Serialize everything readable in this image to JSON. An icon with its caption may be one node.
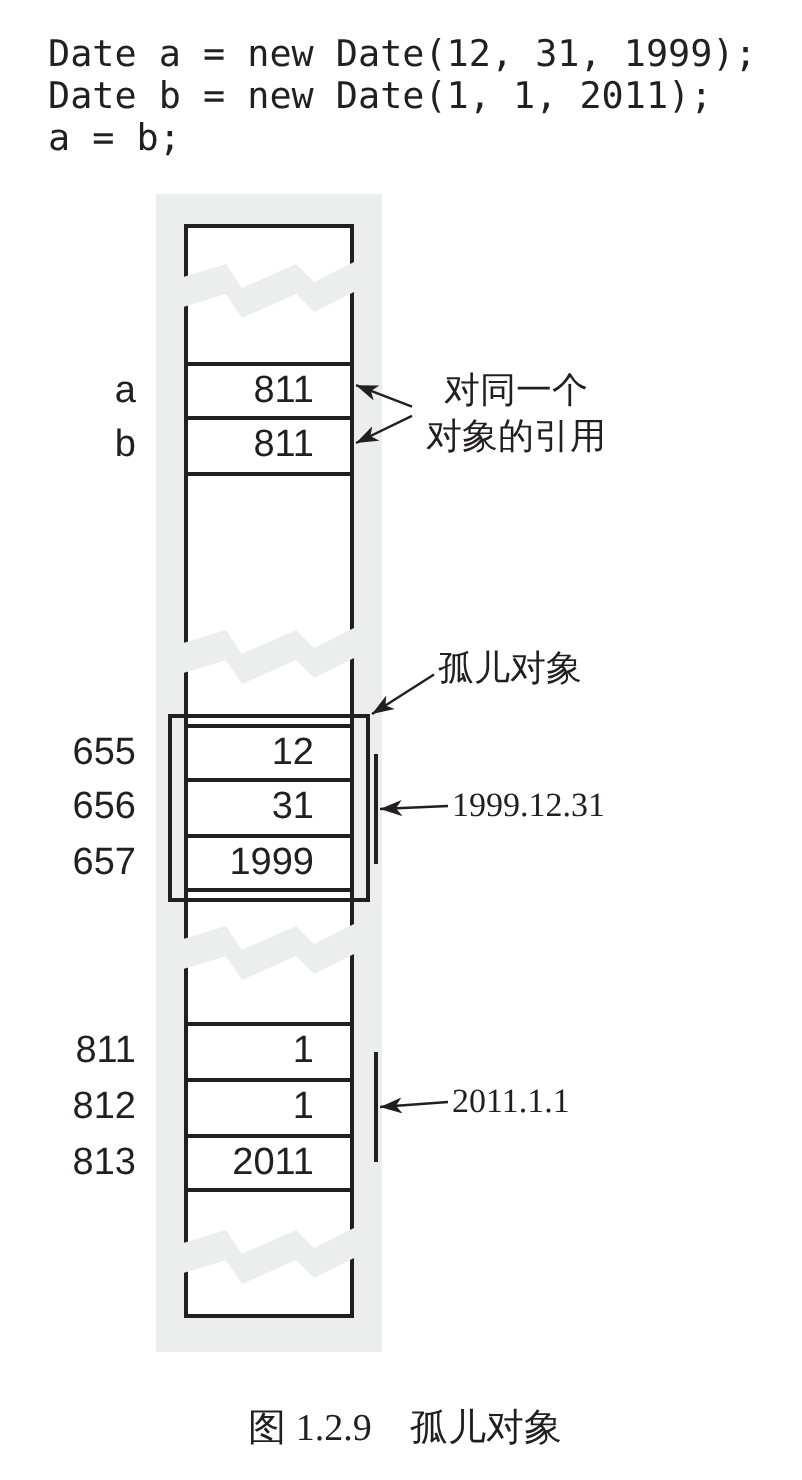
{
  "diagram": {
    "caption": "图 1.2.9　孤儿对象",
    "nodes": [
      {
        "text": [
          "811"
        ],
        "beside": [
          "a"
        ]
      },
      {
        "text": [
          "811"
        ],
        "beside": [
          "b"
        ]
      },
      {
        "text": [
          "对同一个对象的引用"
        ]
      },
      {
        "text": [
          "孤儿对象"
        ]
      },
      {
        "text": [],
        "shape": "box"
      },
      {
        "text": [
          "12"
        ],
        "in": 4,
        "beside": [
          "655"
        ]
      },
      {
        "text": [
          "31"
        ],
        "in": 4,
        "beside": [
          "656"
        ]
      },
      {
        "text": [
          "1999"
        ],
        "in": 4,
        "beside": [
          "657"
        ]
      },
      {
        "text": [],
        "shape": "bar"
      },
      {
        "text": [
          "1999.12.31"
        ]
      },
      {
        "text": [
          "1"
        ],
        "beside": [
          "811"
        ]
      },
      {
        "text": [
          "1"
        ],
        "beside": [
          "812"
        ]
      },
      {
        "text": [
          "2011"
        ],
        "beside": [
          "813"
        ]
      },
      {
        "text": [],
        "shape": "bar"
      },
      {
        "text": [
          "2011.1.1"
        ]
      }
    ],
    "edges": [
      {
        "from": 2,
        "to": 0,
        "arrow": "to"
      },
      {
        "from": 2,
        "to": 1,
        "arrow": "to"
      },
      {
        "from": 3,
        "to": 4,
        "arrow": "to"
      },
      {
        "from": 9,
        "to": 8,
        "arrow": "to"
      },
      {
        "from": 14,
        "to": 13,
        "arrow": "to"
      }
    ],
    "labels": [
      "Date a = new Date(12, 31, 1999);",
      "Date b = new Date(1, 1, 2011);",
      "a = b;"
    ]
  }
}
